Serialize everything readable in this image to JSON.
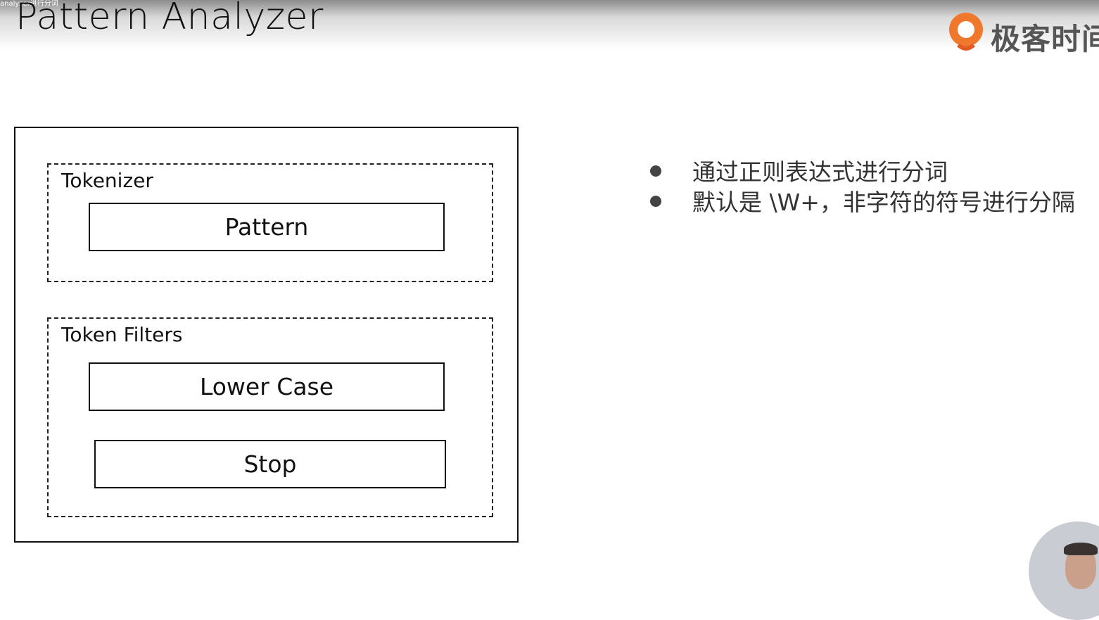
{
  "video": {
    "caption": "analyzer进行分词"
  },
  "slide": {
    "title": "Pattern Analyzer",
    "logo_text": "极客时间"
  },
  "diagram": {
    "tokenizer": {
      "label": "Tokenizer",
      "component": "Pattern"
    },
    "token_filters": {
      "label": "Token Filters",
      "components": [
        "Lower Case",
        "Stop"
      ]
    }
  },
  "bullets": [
    "通过正则表达式进行分词",
    "默认是 \\W+，非字符的符号进行分隔"
  ],
  "colors": {
    "logo_orange": "#f0782d",
    "text": "#111111",
    "bullet_text": "#333333"
  }
}
